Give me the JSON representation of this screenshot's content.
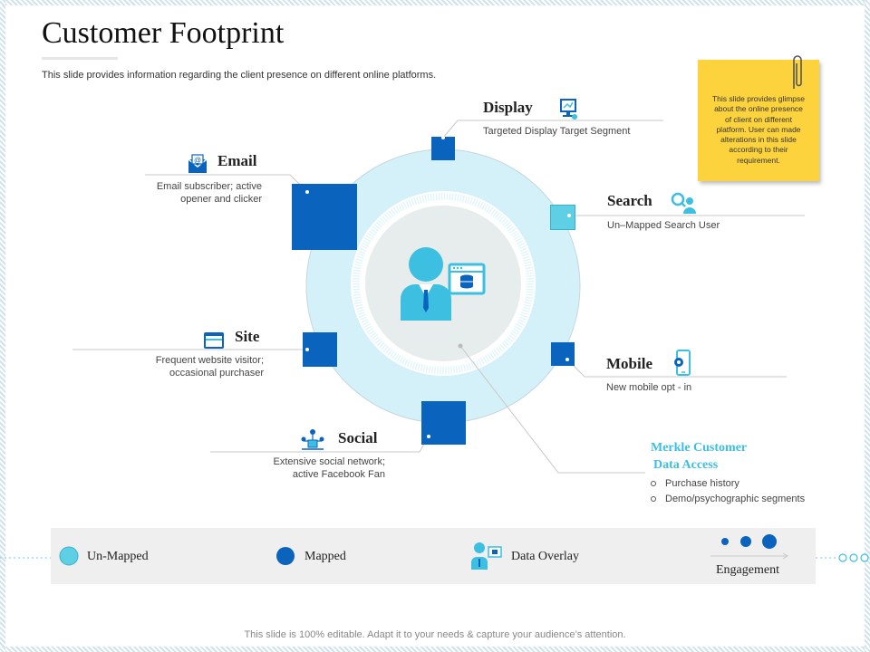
{
  "title": "Customer Footprint",
  "subtitle": "This slide provides information regarding the client presence on different online platforms.",
  "sticky_note": "This slide provides glimpse about the online presence of client on different platform. User can made alterations in this slide according to their requirement.",
  "channels": {
    "display": {
      "label": "Display",
      "desc": "Targeted Display Target Segment",
      "status": "Mapped"
    },
    "email": {
      "label": "Email",
      "desc_1": "Email subscriber; active",
      "desc_2": "opener and clicker",
      "status": "Mapped"
    },
    "search": {
      "label": "Search",
      "desc": "Un–Mapped Search User",
      "status": "Un-Mapped"
    },
    "site": {
      "label": "Site",
      "desc_1": "Frequent website visitor;",
      "desc_2": "occasional purchaser",
      "status": "Mapped"
    },
    "mobile": {
      "label": "Mobile",
      "desc": "New mobile opt - in",
      "status": "Mapped"
    },
    "social": {
      "label": "Social",
      "desc_1": "Extensive social  network;",
      "desc_2": "active Facebook Fan",
      "status": "Mapped"
    }
  },
  "merkle": {
    "title_1": "Merkle Customer",
    "title_2": "Data Access",
    "items": [
      "Purchase history",
      "Demo/psychographic segments"
    ]
  },
  "legend": {
    "unmapped": "Un-Mapped",
    "mapped": "Mapped",
    "overlay": "Data Overlay",
    "engagement": "Engagement"
  },
  "colors": {
    "mapped": "#0a64be",
    "unmapped": "#5fcfe6",
    "circle": "#d4f0f8",
    "accent": "#3cbfe0",
    "note": "#fdd33d"
  },
  "footer": "This slide is 100% editable. Adapt it to your needs & capture your audience’s attention."
}
